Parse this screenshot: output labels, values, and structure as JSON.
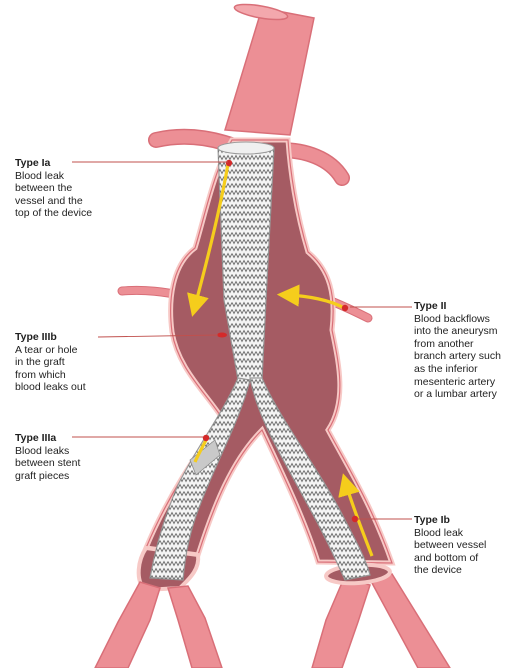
{
  "labels": {
    "type_ia": {
      "title": "Type Ia",
      "desc": "Blood leak\nbetween the\nvessel and the\ntop of the device"
    },
    "type_iiib": {
      "title": "Type IIIb",
      "desc": "A tear or hole\n in the graft\nfrom which\nblood leaks out"
    },
    "type_iiia": {
      "title": "Type IIIa",
      "desc": "Blood leaks\nbetween stent\ngraft pieces"
    },
    "type_ii": {
      "title": "Type II",
      "desc": "Blood backflows\ninto the aneurysm\nfrom another\nbranch artery such\nas the inferior\nmesenteric artery\nor a lumbar artery"
    },
    "type_ib": {
      "title": "Type Ib",
      "desc": "Blood leak\nbetween vessel\nand bottom of\nthe device"
    }
  },
  "colors": {
    "vessel": "#ec8f95",
    "vessel_outline": "#d96f78",
    "aneurysm": "#a55b63",
    "vessel_edge": "#f7c9c6",
    "stent_graft": "#f5f5f5",
    "stent_wire": "#6e6e6e",
    "leak_arrow": "#f5cd1c",
    "leak_point": "#d42a2a",
    "leader_line": "#c0504d",
    "text": "#1f1f1f"
  }
}
